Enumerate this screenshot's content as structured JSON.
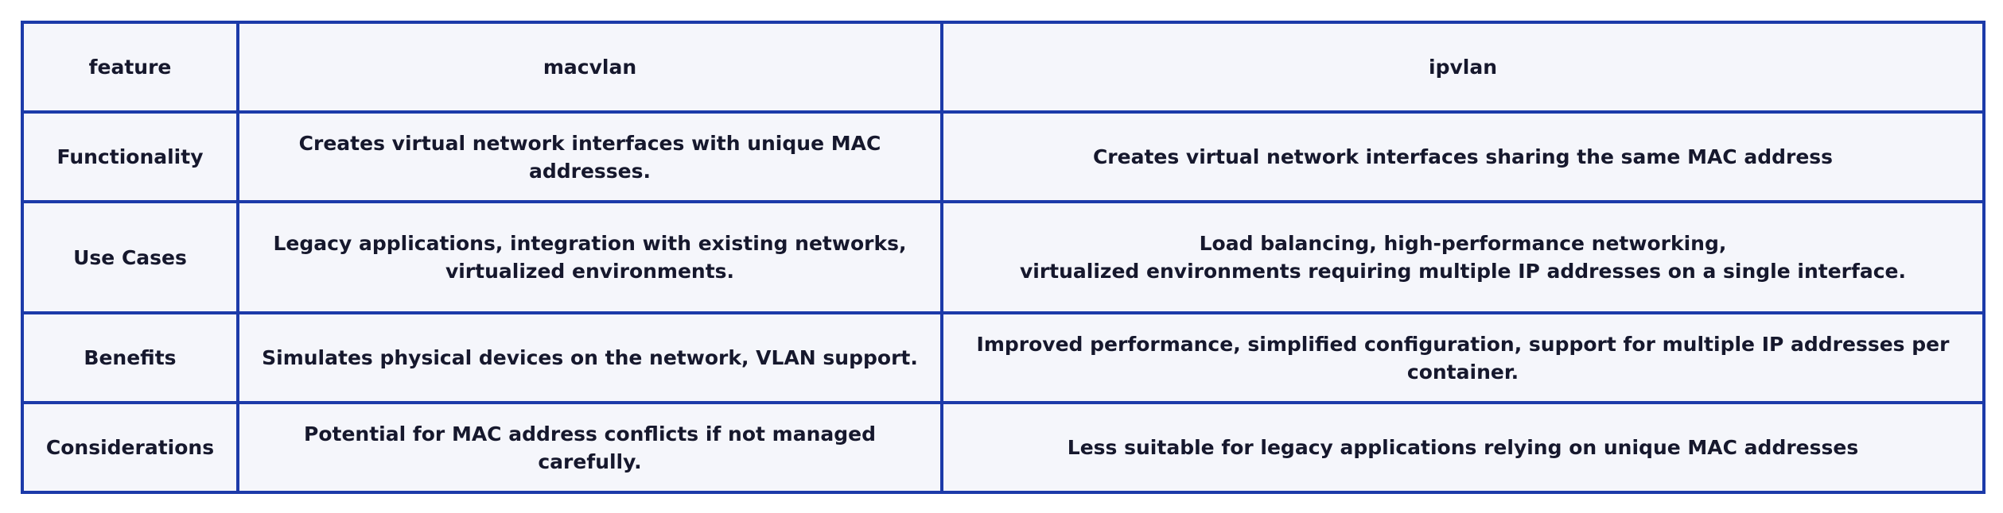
{
  "table": {
    "headers": [
      "feature",
      "macvlan",
      "ipvlan"
    ],
    "rows": [
      {
        "feature": "Functionality",
        "macvlan": "Creates virtual network interfaces with unique MAC addresses.",
        "ipvlan": "Creates virtual network interfaces sharing the same MAC address"
      },
      {
        "feature": "Use Cases",
        "macvlan": "Legacy applications, integration with existing networks,\nvirtualized environments.",
        "ipvlan": "Load balancing, high-performance networking,\nvirtualized environments requiring multiple IP addresses on a single interface."
      },
      {
        "feature": "Benefits",
        "macvlan": "Simulates physical devices on the network, VLAN support.",
        "ipvlan": "Improved performance, simplified configuration, support for multiple IP addresses per container."
      },
      {
        "feature": "Considerations",
        "macvlan": "Potential for MAC address conflicts if not managed carefully.",
        "ipvlan": "Less suitable for legacy applications relying on unique MAC addresses"
      }
    ]
  },
  "colors": {
    "border": "#1c3aa9",
    "cell_background": "#f5f6fb",
    "text": "#16182d"
  }
}
